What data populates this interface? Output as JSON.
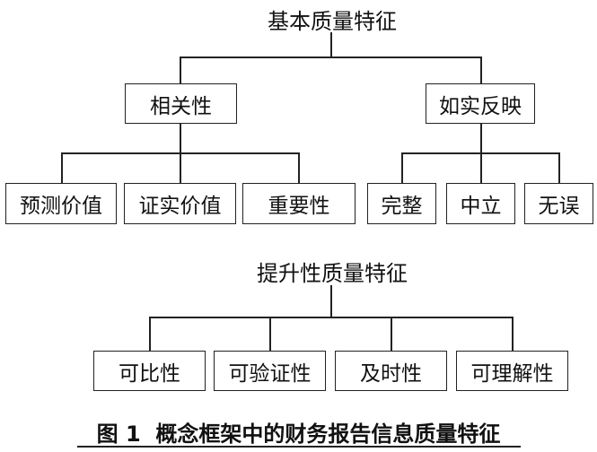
{
  "basic": {
    "root": "基本质量特征",
    "groups": [
      {
        "label": "相关性",
        "children": [
          "预测价值",
          "证实价值",
          "重要性"
        ]
      },
      {
        "label": "如实反映",
        "children": [
          "完整",
          "中立",
          "无误"
        ]
      }
    ]
  },
  "enhancing": {
    "root": "提升性质量特征",
    "children": [
      "可比性",
      "可验证性",
      "及时性",
      "可理解性"
    ]
  },
  "caption": {
    "number": "图 1",
    "text": "概念框架中的财务报告信息质量特征"
  }
}
